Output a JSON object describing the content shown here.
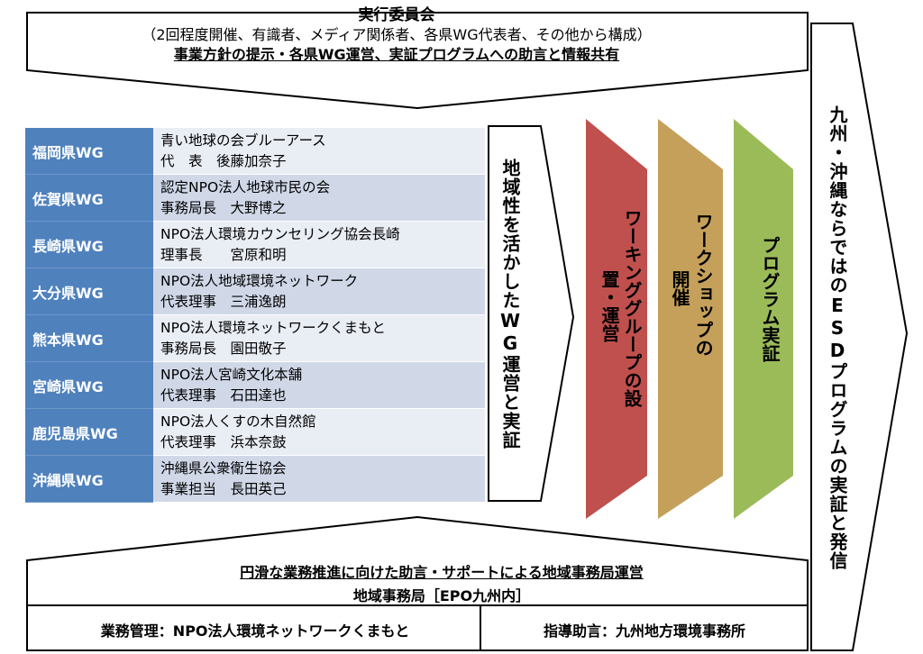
{
  "committee": {
    "title": "実行委員会",
    "line2": "（2回程度開催、有識者、メディア関係者、各県WG代表者、その他から構成）",
    "line3": "事業方針の提示・各県WG運営、実証プログラムへの助言と情報共有"
  },
  "wg": [
    {
      "name": "福岡県WG",
      "org": "青い地球の会ブルーアース",
      "person": "代　表　後藤加奈子"
    },
    {
      "name": "佐賀県WG",
      "org": "認定NPO法人地球市民の会",
      "person": "事務局長　大野博之"
    },
    {
      "name": "長崎県WG",
      "org": "NPO法人環境カウンセリング協会長崎",
      "person": "理事長　　宮原和明"
    },
    {
      "name": "大分県WG",
      "org": "NPO法人地域環境ネットワーク",
      "person": "代表理事　三浦逸朗"
    },
    {
      "name": "熊本県WG",
      "org": "NPO法人環境ネットワークくまもと",
      "person": "事務局長　園田敬子"
    },
    {
      "name": "宮崎県WG",
      "org": "NPO法人宮崎文化本舗",
      "person": "代表理事　石田達也"
    },
    {
      "name": "鹿児島県WG",
      "org": "NPO法人くすの木自然館",
      "person": "代表理事　浜本奈鼓"
    },
    {
      "name": "沖縄県WG",
      "org": "沖縄県公衆衛生協会",
      "person": "事業担当　長田英己"
    }
  ],
  "flow": {
    "wg_arrow": "地域性を活かしたWG運営と実証",
    "chevron1_line1": "ワーキンググループの設",
    "chevron1_line2": "置・運営",
    "chevron2_line1": "ワークショップの",
    "chevron2_line2": "開催",
    "chevron3": "プログラム実証",
    "right_arrow": "九州・沖縄ならではのESDプログラムの実証と発信"
  },
  "colors": {
    "wg_header": "#4f81bd",
    "row_light": "#e9edf4",
    "row_dark": "#d0d8e8",
    "chevron1": "#c0504d",
    "chevron2": "#c5a05a",
    "chevron3": "#9bbb59"
  },
  "secretariat": {
    "line1": "円滑な業務推進に向けた助言・サポートによる地域事務局運営",
    "line2": "地域事務局［EPO九州内］",
    "left": "業務管理：NPO法人環境ネットワークくまもと",
    "right": "指導助言：九州地方環境事務所"
  }
}
